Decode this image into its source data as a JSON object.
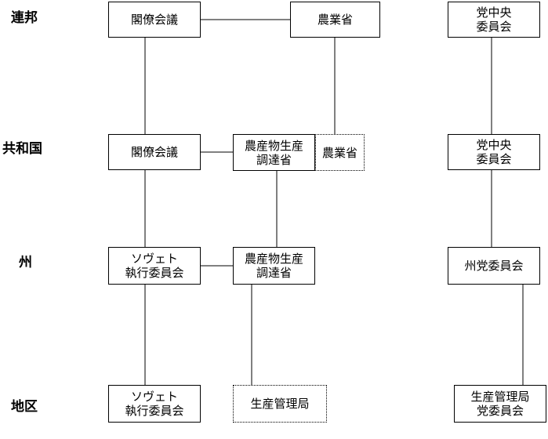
{
  "levels": {
    "federal": "連邦",
    "republic": "共和国",
    "oblast": "州",
    "district": "地区"
  },
  "boxes": {
    "federal_council": [
      "閣僚会議"
    ],
    "federal_ministry_agri": [
      "農業省"
    ],
    "federal_party_cc": [
      "党中央",
      "委員会"
    ],
    "republic_council": [
      "閣僚会議"
    ],
    "republic_procurement": [
      "農産物生産",
      "調達省"
    ],
    "republic_ministry_agri": [
      "農業省"
    ],
    "republic_party_cc": [
      "党中央",
      "委員会"
    ],
    "oblast_soviet_exec": [
      "ソヴェト",
      "執行委員会"
    ],
    "oblast_procurement": [
      "農産物生産",
      "調達省"
    ],
    "oblast_party_committee": [
      "州党委員会"
    ],
    "district_soviet_exec": [
      "ソヴェト",
      "執行委員会"
    ],
    "district_production_admin": [
      "生産管理局"
    ],
    "district_production_party": [
      "生産管理局",
      "党委員会"
    ]
  }
}
